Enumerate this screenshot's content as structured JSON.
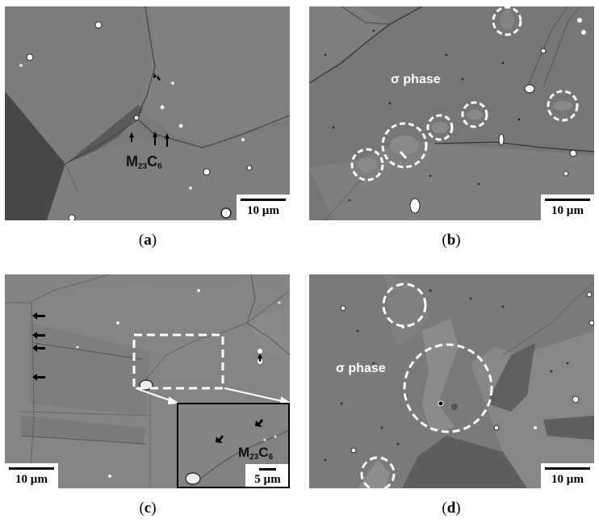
{
  "figure": {
    "panels": [
      {
        "id": "a",
        "caption": "a",
        "phase_label": {
          "main": "M",
          "sub1": "23",
          "mid": "C",
          "sub2": "6"
        },
        "scale_bar": "10 µm"
      },
      {
        "id": "b",
        "caption": "b",
        "phase_label": "σ phase",
        "scale_bar": "10 µm"
      },
      {
        "id": "c",
        "caption": "c",
        "scale_bar": "10 µm",
        "inset": {
          "phase_label": {
            "main": "M",
            "sub1": "23",
            "mid": "C",
            "sub2": "6"
          },
          "scale_bar": "5 µm"
        }
      },
      {
        "id": "d",
        "caption": "d",
        "phase_label": "σ phase",
        "scale_bar": "10 µm"
      }
    ],
    "colors": {
      "matrix_gray": "#7c7c7c",
      "dark_grain": "#4a4a4a",
      "mid_dark_grain": "#5e5e5e",
      "light_grain": "#8a8a8a",
      "annotation_white": "#ffffff",
      "arrow_black": "#000000"
    }
  }
}
